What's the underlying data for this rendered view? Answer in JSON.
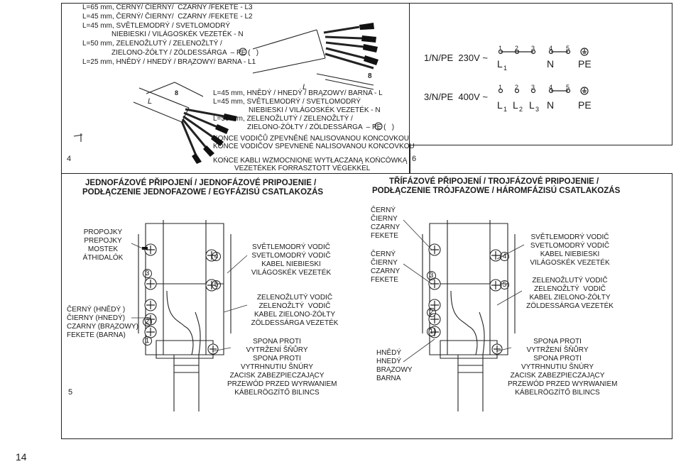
{
  "top_left": {
    "wire_lengths_a": [
      "L=65 mm, ČERNÝ/ ČIERNY/  CZARNY /FEKETE - L3",
      "L=45 mm, ČERNÝ/ ČIERNY/  CZARNY /FEKETE - L2",
      "L=45 mm, SVĚTLEMODRÝ / SVETLOMODRÝ",
      "NIEBIESKI / VILÁGOSKÉK VEZETÉK - N",
      "L=50 mm, ZELENOŽLUTÝ / ZELENOŽLTÝ /",
      "ZIELONO-ŻÓŁTY / ZÖLDESSÁRGA  – PE (   )",
      "L=25 mm, HNĚDÝ / HNEDÝ / BRĄZOWY/ BARNA - L1"
    ],
    "wire_lengths_b": [
      "L=45 mm, HNĚDÝ / HNEDÝ / BRĄZOWY/ BARNA - L",
      "L=45 mm, SVĚTLEMODRÝ / SVETLOMODRÝ",
      "NIEBIESKI / VILÁGOSKÉK VEZETÉK - N",
      "L=50 mm, ZELENOŽLUTÝ / ZELENOŽLTÝ /",
      "ZIELONO-ŻÓŁTY / ZÖLDESSÁRGA  – PE (   )"
    ],
    "ends_note": [
      "KONCE VODIČŮ ZPEVNĚNÉ NALISOVANOU KONCOVKOU",
      "KONCE VODIČOV SPEVNENÉ NALISOVANOU KONCOVKOU",
      "KOŃCE KABLI WZMOCNIONE WYTŁACZANĄ KOŃCÓWKĄ",
      "VEZETÉKEK FORRASZTOTT VÉGEKKEL"
    ],
    "label_L": "L",
    "label_8": "8",
    "panel_number": "4"
  },
  "top_right": {
    "panel_number": "6",
    "row1": {
      "label": "1/N/PE  230V ~",
      "terminals": [
        "1",
        "2",
        "3",
        "4",
        "5"
      ],
      "names": [
        "L",
        "N",
        "PE"
      ],
      "sub": "1"
    },
    "row2": {
      "label": "3/N/PE  400V ~",
      "terminals": [
        "1",
        "2",
        "3",
        "4",
        "5"
      ],
      "names": [
        "L",
        "L",
        "L",
        "N",
        "PE"
      ],
      "subs": [
        "1",
        "2",
        "3"
      ]
    }
  },
  "bottom_left": {
    "panel_number": "5",
    "title": [
      "JEDNOFÁZOVÉ PŘIPOJENÍ / JEDNOFÁZOVÉ PRIPOJENIE /",
      "PODŁĄCZENIE JEDNOFAZOWE / EGYFÁZISÚ CSATLAKOZÁS"
    ],
    "bridge_label": [
      "PROPOJKY",
      "PREPOJKY",
      "MOSTEK",
      "ÁTHIDALÓK"
    ],
    "brown_label": [
      "ČERNÝ (HNĚDÝ )",
      "ČIERNY (HNEDÝ)",
      "CZARNY (BRĄZOWY)",
      "FEKETE (BARNA)"
    ],
    "blue_label": [
      "SVĚTLEMODRÝ VODIČ",
      "SVETLOMODRÝ VODIČ",
      "KABEL NIEBIESKI",
      "VILÁGOSKÉK VEZETÉK"
    ],
    "green_label": [
      "ZELENOŽLUTÝ VODIČ",
      "ZELENOŽLTÝ  VODIČ",
      "KABEL ZIELONO-ŻÓŁTY",
      "ZÖLDESSÁRGA VEZETÉK"
    ],
    "clamp_label": [
      "SPONA PROTI",
      "VYTRŽENÍ ŠŇŮRY",
      "SPONA PROTI",
      "VYTRHNUTIU ŠNÚRY",
      "ZACISK ZABEZPIECZAJĄCY",
      "PRZEWÓD PRZED WYRWANIEM",
      "KÁBELRÖGZÍTŐ BILINCS"
    ],
    "terminal_numbers": [
      "1",
      "2",
      "3",
      "4",
      "5"
    ]
  },
  "bottom_right": {
    "title": [
      "TŘÍFÁZOVÉ PŘIPOJENÍ / TROJFÁZOVÉ PRIPOJENIE /",
      "PODŁĄCZENIE TRÓJFAZOWE / HÁROMFÁZISÚ CSATLAKOZÁS"
    ],
    "black_label_1": [
      "ČERNÝ",
      "ČIERNY",
      "CZARNY",
      "FEKETE"
    ],
    "black_label_2": [
      "ČERNÝ",
      "ČIERNY",
      "CZARNY",
      "FEKETE"
    ],
    "brown_label": [
      "HNĚDÝ",
      "HNEDÝ",
      "BRĄZOWY",
      "BARNA"
    ],
    "blue_label": [
      "SVĚTLEMODRÝ VODIČ",
      "SVETLOMODRÝ VODIČ",
      "KABEL NIEBIESKI",
      "VILÁGOSKÉK VEZETÉK"
    ],
    "green_label": [
      "ZELENOŽLUTÝ VODIČ",
      "ZELENOŽLTÝ  VODIČ",
      "KABEL ZIELONO-ŻÓŁTY",
      "ZÖLDESSÁRGA VEZETÉK"
    ],
    "clamp_label": [
      "SPONA PROTI",
      "VYTRŽENÍ ŠŇŮRY",
      "SPONA PROTI",
      "VYTRHNUTIU ŠNÚRY",
      "ZACISK ZABEZPIECZAJĄCY",
      "PRZEWÓD PRZED WYRWANIEM",
      "KÁBELRÖGZÍTŐ BILINCS"
    ],
    "terminal_numbers": [
      "1",
      "2",
      "3",
      "4",
      "5"
    ]
  },
  "page_number": "14"
}
